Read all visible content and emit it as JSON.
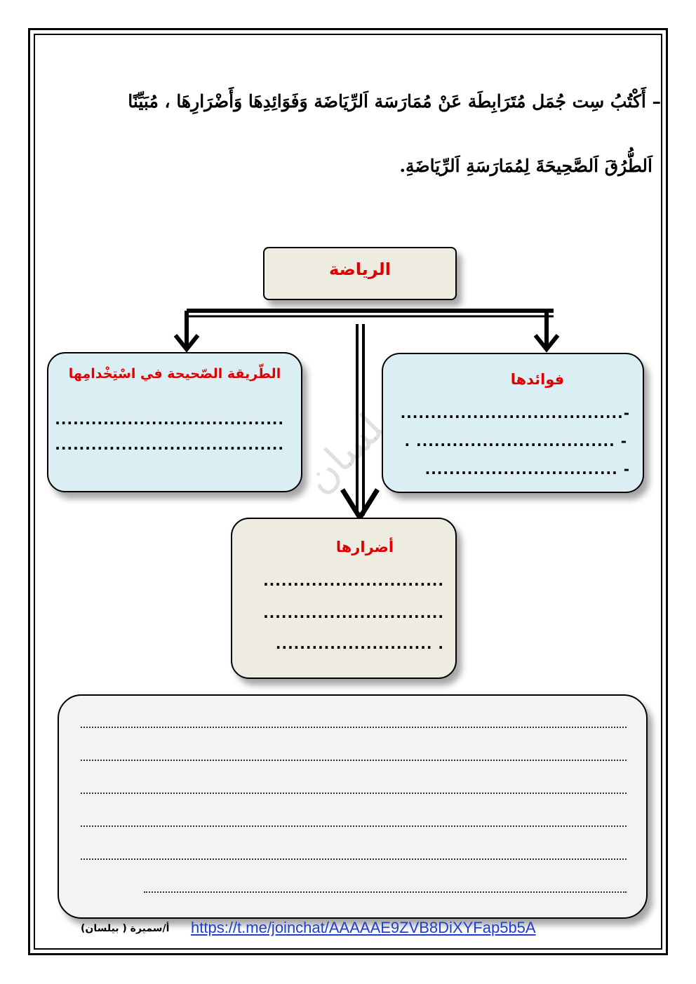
{
  "instruction": {
    "line1": "– أَكْتُبُ سِت جُمَل مُتَرَابِطَة عَنْ مُمَارَسَة اَلرِّيَاضَة وَفَوَائِدِهَا وَأَضْرَارِهَا ، مُبَيِّنًا",
    "line2": "اَلطُّرُقَ اَلصَّحِيحَةَ لِمُمَارَسَةِ اَلرِّيَاضَةِ."
  },
  "diagram": {
    "main_title": "الرياضة",
    "benefits": {
      "title": "فوائدها",
      "lines": [
        "-.....................................",
        "- ................................. .",
        "- ................................"
      ]
    },
    "method": {
      "title": "الطّريقة الصّحيحة في اسْتِخْدامِها",
      "lines": [
        "......................................",
        "......................................"
      ]
    },
    "harms": {
      "title": "أضرارها",
      "lines": [
        "..............................",
        "..............................",
        ". .........................."
      ]
    }
  },
  "writing_lines_count_label": "",
  "footer": {
    "link": "https://t.me/joinchat/AAAAAE9ZVB8DiXYFap5b5A",
    "author": "أ/سميرة ( بيلسان)"
  },
  "colors": {
    "title_red": "#e00000",
    "box_blue": "#dbeef4",
    "box_beige": "#eeebe1",
    "link_blue": "#1f3fcf"
  }
}
